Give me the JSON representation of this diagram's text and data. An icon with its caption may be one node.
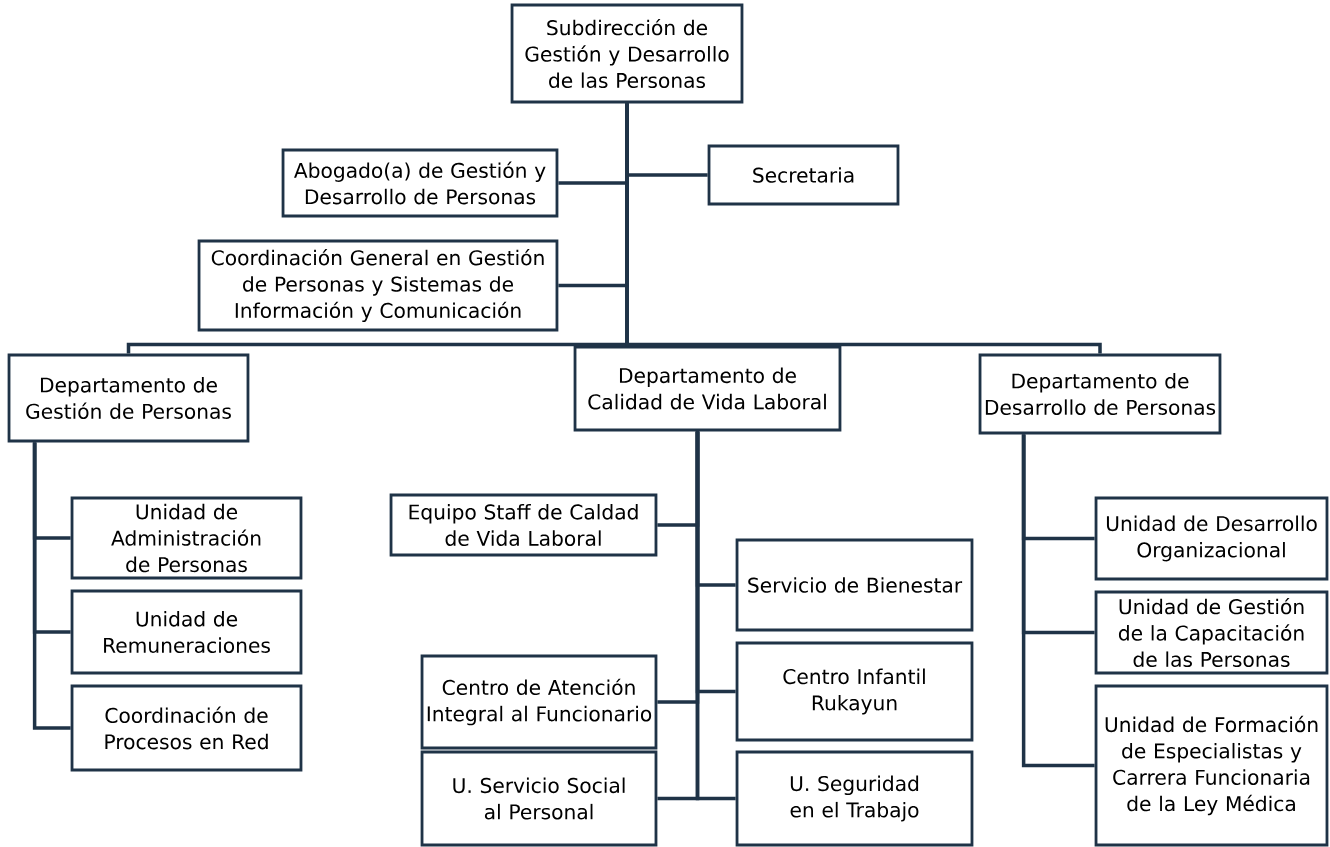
{
  "diagram": {
    "nodes": [
      {
        "text": [
          "Subdirección de Gestión y Desarrollo de las Personas"
        ]
      },
      {
        "text": [
          "Abogado(a) de Gestión y Desarrollo de Personas"
        ]
      },
      {
        "text": [
          "Secretaria"
        ]
      },
      {
        "text": [
          "Coordinación General en Gestión de Personas y Sistemas de Información y Comunicación"
        ]
      },
      {
        "text": [
          "Departamento de Gestión de Personas"
        ]
      },
      {
        "text": [
          "Departamento de Calidad de Vida Laboral"
        ]
      },
      {
        "text": [
          "Departamento de Desarrollo de Personas"
        ]
      },
      {
        "text": [
          "Unidad de Administración de Personas"
        ]
      },
      {
        "text": [
          "Unidad de Remuneraciones"
        ]
      },
      {
        "text": [
          "Coordinación de Procesos en Red"
        ]
      },
      {
        "text": [
          "Equipo Staff de Caldad de Vida Laboral"
        ]
      },
      {
        "text": [
          "Servicio de Bienestar"
        ]
      },
      {
        "text": [
          "Centro de Atención Integral al Funcionario"
        ]
      },
      {
        "text": [
          "Centro Infantil Rukayun"
        ]
      },
      {
        "text": [
          "U. Servicio Social al Personal"
        ]
      },
      {
        "text": [
          "U. Seguridad en el Trabajo"
        ]
      },
      {
        "text": [
          "Unidad de Desarrollo Organizacional"
        ]
      },
      {
        "text": [
          "Unidad de Gestión de la Capacitación de las Personas"
        ]
      },
      {
        "text": [
          "Unidad de Formación de Especialistas y Carrera Funcionaria de la Ley Médica"
        ]
      }
    ],
    "edges": [
      {
        "from": 0,
        "to": 1,
        "arrow": "none"
      },
      {
        "from": 0,
        "to": 2,
        "arrow": "none"
      },
      {
        "from": 0,
        "to": 3,
        "arrow": "none"
      },
      {
        "from": 0,
        "to": 4,
        "arrow": "none"
      },
      {
        "from": 0,
        "to": 5,
        "arrow": "none"
      },
      {
        "from": 0,
        "to": 6,
        "arrow": "none"
      },
      {
        "from": 4,
        "to": 7,
        "arrow": "none"
      },
      {
        "from": 4,
        "to": 8,
        "arrow": "none"
      },
      {
        "from": 4,
        "to": 9,
        "arrow": "none"
      },
      {
        "from": 5,
        "to": 10,
        "arrow": "none"
      },
      {
        "from": 5,
        "to": 11,
        "arrow": "none"
      },
      {
        "from": 5,
        "to": 12,
        "arrow": "none"
      },
      {
        "from": 5,
        "to": 13,
        "arrow": "none"
      },
      {
        "from": 5,
        "to": 14,
        "arrow": "none"
      },
      {
        "from": 5,
        "to": 15,
        "arrow": "none"
      },
      {
        "from": 6,
        "to": 16,
        "arrow": "none"
      },
      {
        "from": 6,
        "to": 17,
        "arrow": "none"
      },
      {
        "from": 6,
        "to": 18,
        "arrow": "none"
      }
    ]
  }
}
